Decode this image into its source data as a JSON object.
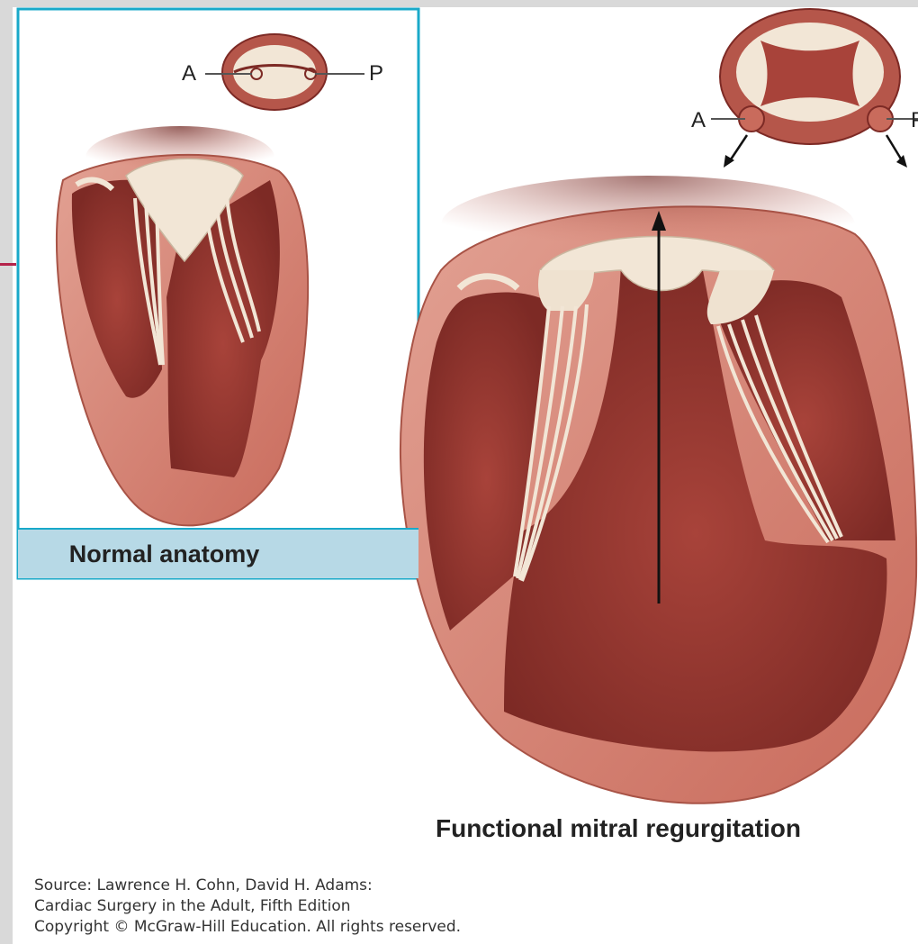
{
  "figure": {
    "normal_label": "Normal anatomy",
    "fmr_label": "Functional mitral regurgitation",
    "letters": {
      "normal_a": "A",
      "normal_p": "P",
      "fmr_a": "A",
      "fmr_p": "P"
    },
    "source": {
      "line1": "Source: Lawrence H. Cohn, David H. Adams:",
      "line2": "Cardiac Surgery in the Adult, Fifth Edition",
      "line3": "Copyright © McGraw-Hill Education. All rights reserved."
    },
    "colors": {
      "tissue": "#c96b5c",
      "tissue_light": "#e8a79a",
      "cavity": "#9b3a32",
      "valve": "#f2e6d6",
      "frame": "#19a9c9",
      "frame_fill": "#b7d9e6"
    }
  }
}
